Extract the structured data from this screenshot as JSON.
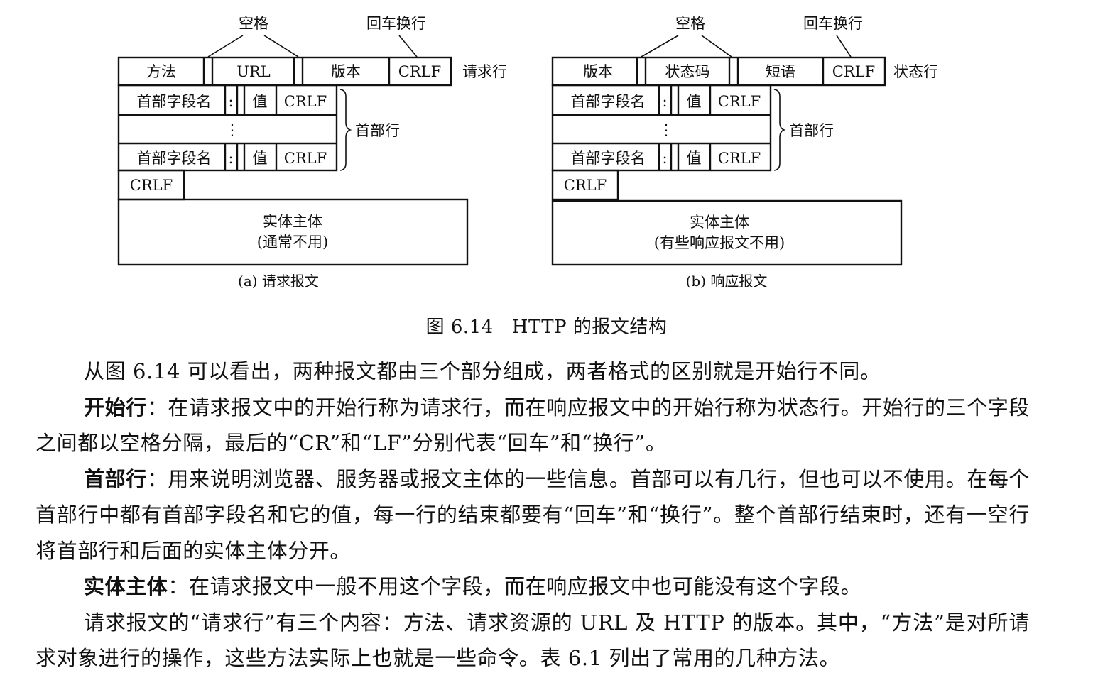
{
  "figure": {
    "request": {
      "space_label": "空格",
      "crlf_label": "回车换行",
      "start_line": {
        "method": "方法",
        "url": "URL",
        "version": "版本",
        "crlf": "CRLF"
      },
      "start_line_name": "请求行",
      "header_field": "首部字段名",
      "colon": ":",
      "value": "值",
      "header_crlf": "CRLF",
      "vdots": "⋮",
      "header_name": "首部行",
      "blank_crlf": "CRLF",
      "body_title": "实体主体",
      "body_note": "(通常不用)",
      "caption": "(a) 请求报文"
    },
    "response": {
      "space_label": "空格",
      "crlf_label": "回车换行",
      "start_line": {
        "version": "版本",
        "status": "状态码",
        "phrase": "短语",
        "crlf": "CRLF"
      },
      "start_line_name": "状态行",
      "header_field": "首部字段名",
      "colon": ":",
      "value": "值",
      "header_crlf": "CRLF",
      "vdots": "⋮",
      "header_name": "首部行",
      "blank_crlf": "CRLF",
      "body_title": "实体主体",
      "body_note": "(有些响应报文不用)",
      "caption": "(b) 响应报文"
    },
    "caption_number": "图 6.14",
    "caption_title": "HTTP 的报文结构"
  },
  "text": {
    "p1": "从图 6.14 可以看出，两种报文都由三个部分组成，两者格式的区别就是开始行不同。",
    "p2_term": "开始行",
    "p2_body": "：在请求报文中的开始行称为请求行，而在响应报文中的开始行称为状态行。开始行的三个字段之间都以空格分隔，最后的“CR”和“LF”分别代表“回车”和“换行”。",
    "p3_term": "首部行",
    "p3_body": "：用来说明浏览器、服务器或报文主体的一些信息。首部可以有几行，但也可以不使用。在每个首部行中都有首部字段名和它的值，每一行的结束都要有“回车”和“换行”。整个首部行结束时，还有一空行将首部行和后面的实体主体分开。",
    "p4_term": "实体主体",
    "p4_body": "：在请求报文中一般不用这个字段，而在响应报文中也可能没有这个字段。",
    "p5": "请求报文的“请求行”有三个内容：方法、请求资源的 URL 及 HTTP 的版本。其中，“方法”是对所请求对象进行的操作，这些方法实际上也就是一些命令。表 6.1 列出了常用的几种方法。"
  }
}
